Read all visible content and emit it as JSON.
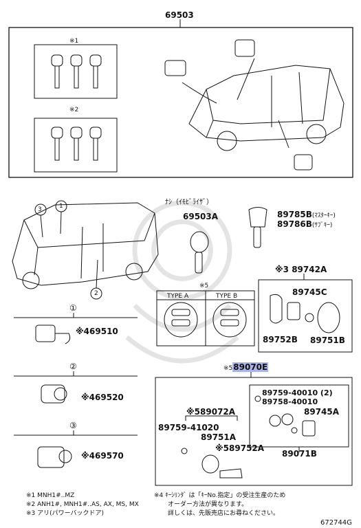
{
  "top": {
    "part": "69503",
    "note1_mark": "※1",
    "note2_mark": "※2"
  },
  "labels": {
    "ignition_note": "ﾅｼ（ｲﾓﾋﾞﾗｲｻﾞ）",
    "p69503a": "69503A",
    "p89785b": "89785B",
    "p89785b_sub": "(ﾏｽﾀｰｷｰ)",
    "p89786b": "89786B",
    "p89786b_sub": "(ｻﾌﾞｷｰ)",
    "circle1": "①",
    "circle2": "②",
    "circle3": "③",
    "callout1": "1",
    "callout2": "2",
    "callout3": "3",
    "p469510": "※469510",
    "p469520": "※469520",
    "p469570": "※469570",
    "note5_mark": "※5",
    "type_a": "TYPE A",
    "type_b": "TYPE B",
    "p89742a": "※3 89742A",
    "p89745c": "89745C",
    "p89752b": "89752B",
    "p89751b_r": "89751B",
    "p89070e_pre": "※5",
    "p89070e": "89070E",
    "p89072a": "※589072A",
    "p89759_41020": "89759-41020",
    "p89751a": "89751A",
    "p89752a": "※589752A",
    "p89759_40010": "89759-40010 (2)",
    "p89758_40010": "89758-40010",
    "p89745a": "89745A",
    "p89071b": "89071B"
  },
  "footnotes": {
    "n1": "※1 MNH1#..MZ",
    "n2": "※2 ANH1#, MNH1#..AS, AX, MS, MX",
    "n3": "※3 アリ(パワーバックドア)",
    "n4_l1": "※4 ｷｰｼﾘﾝﾀﾞ は「ｷｰNo.指定」の受注生産のため",
    "n4_l2": "オーダー方法が異なります。",
    "n4_l3": "詳しくは、先販売店にお尋ねください。",
    "code": "672744G"
  }
}
